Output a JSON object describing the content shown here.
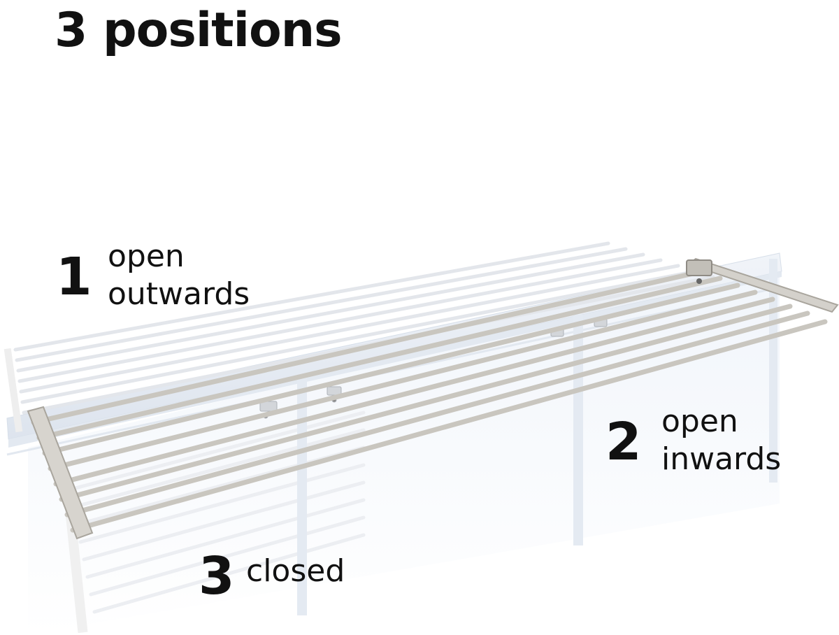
{
  "title": "3 positions",
  "positions": [
    {
      "number": "1",
      "line1": "open",
      "line2": "outwards"
    },
    {
      "number": "2",
      "line1": "open",
      "line2": "inwards"
    },
    {
      "number": "3",
      "line1": "closed",
      "line2": ""
    }
  ],
  "colors": {
    "rails": "#c9c6bf",
    "frame": "#b9b5ad",
    "faded_rails": "#e4e8ee",
    "glass": "#eef3fa"
  }
}
